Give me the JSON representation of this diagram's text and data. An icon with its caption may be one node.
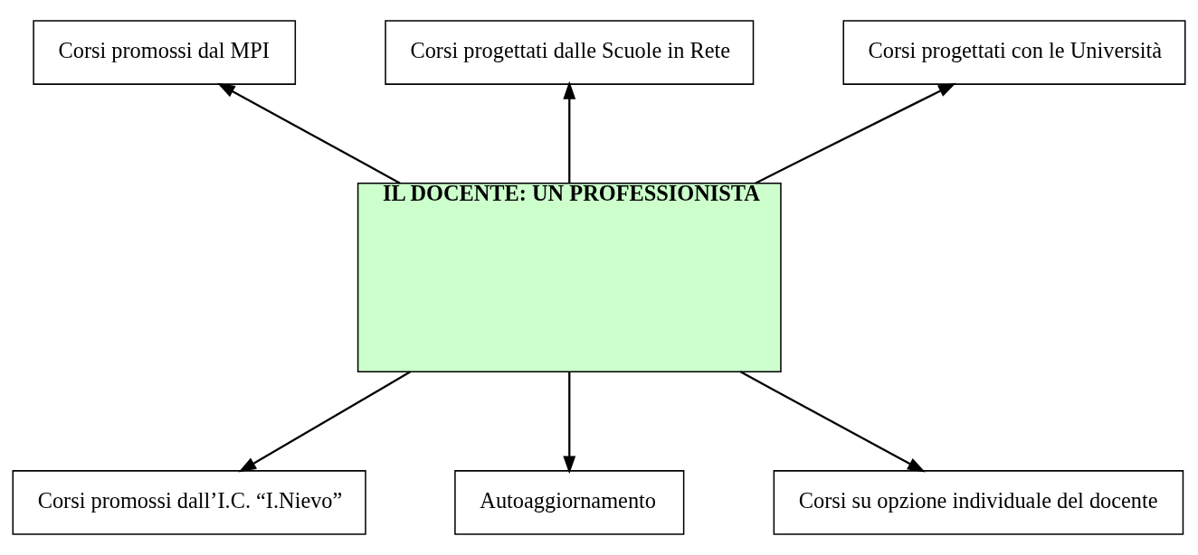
{
  "diagram": {
    "nodes": [
      {
        "text": [
          "Corsi promossi dal MPI"
        ]
      },
      {
        "text": [
          "Corsi progettati dalle Scuole in Rete"
        ]
      },
      {
        "text": [
          "Corsi progettati con le Università"
        ]
      },
      {
        "text": [
          "IL DOCENTE: UN PROFESSIONISTA"
        ]
      },
      {
        "text": [
          "Corsi promossi dall’I.C. “I.Nievo”"
        ]
      },
      {
        "text": [
          "Autoaggiornamento"
        ]
      },
      {
        "text": [
          "Corsi su opzione individuale del docente"
        ]
      }
    ],
    "edges": [
      {
        "from": 3,
        "to": 0,
        "arrow": "to"
      },
      {
        "from": 3,
        "to": 1,
        "arrow": "to"
      },
      {
        "from": 3,
        "to": 2,
        "arrow": "to"
      },
      {
        "from": 3,
        "to": 4,
        "arrow": "to"
      },
      {
        "from": 3,
        "to": 5,
        "arrow": "to"
      },
      {
        "from": 3,
        "to": 6,
        "arrow": "to"
      }
    ]
  }
}
